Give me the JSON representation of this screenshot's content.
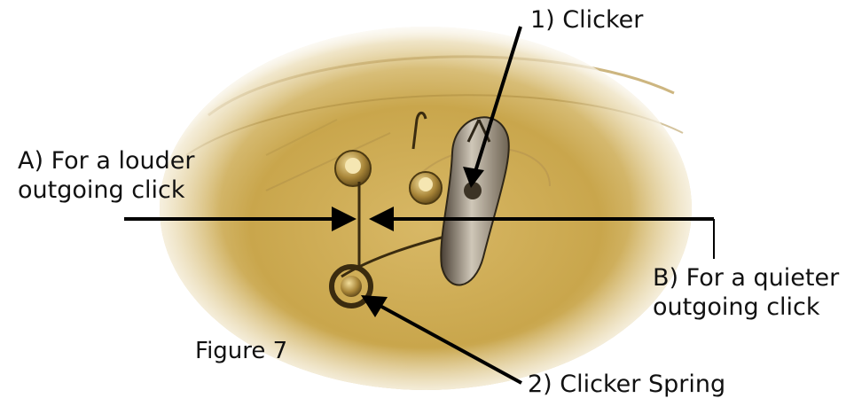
{
  "labels": {
    "clicker": "1) Clicker",
    "louder_line1": "A) For a louder",
    "louder_line2": "outgoing click",
    "quieter_line1": "B) For a quieter",
    "quieter_line2": "outgoing click",
    "figure": "Figure 7",
    "spring": "2) Clicker Spring"
  },
  "colors": {
    "background": "#ffffff",
    "plate": "#c9a64c",
    "arrow": "#000000",
    "text": "#111111"
  }
}
